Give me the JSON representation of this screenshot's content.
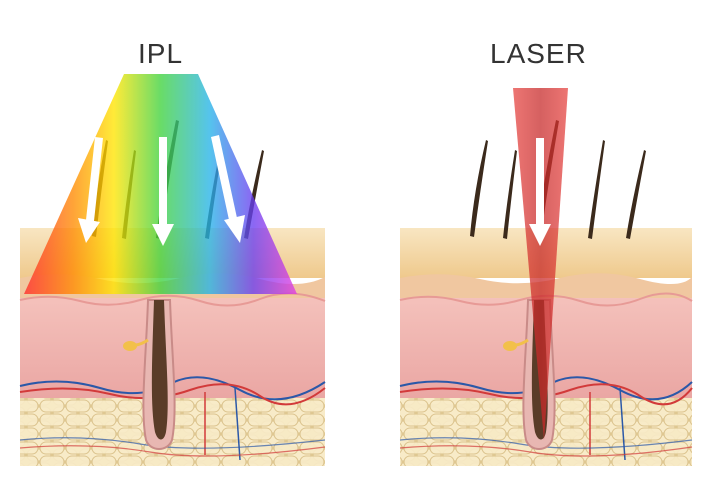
{
  "panels": [
    {
      "id": "ipl",
      "label": "IPL"
    },
    {
      "id": "laser",
      "label": "LASER"
    }
  ],
  "colors": {
    "epidermis": "#f3d6a6",
    "epidermis_top": "#f7e4bd",
    "dermis": "#eeb1ad",
    "dermis_light": "#f5c9c3",
    "fat": "#f3e3b8",
    "fat_cell_edge": "#d9c08a",
    "hair": "#3b2a1c",
    "follicle": "#d9a3a0",
    "laser_beam": "#e53935",
    "vein": "#2b58a8",
    "artery": "#d23a3a",
    "gland": "#f2c04a"
  }
}
